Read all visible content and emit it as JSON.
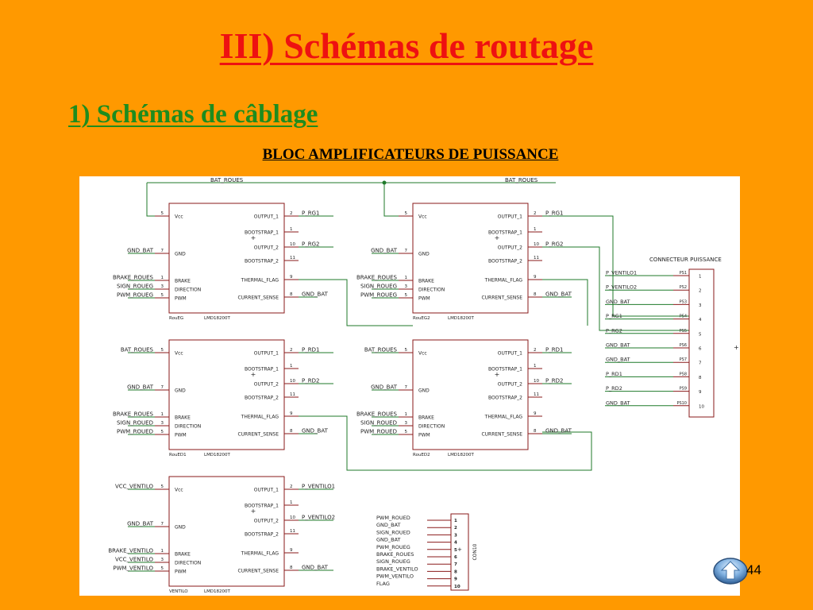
{
  "slide": {
    "title": "III) Schémas de routage",
    "subtitle": "1) Schémas de câblage",
    "diagram_heading": "BLOC AMPLIFICATEURS DE PUISSANCE",
    "page_number": "44"
  },
  "schematic": {
    "top_net_left": "BAT_ROUES",
    "top_net_right": "BAT_ROUES",
    "pins_left": [
      {
        "num": "5",
        "name": "Vcc"
      },
      {
        "num": "7",
        "name": "GND"
      },
      {
        "num": "1",
        "name": "BRAKE"
      },
      {
        "num": "3",
        "name": "DIRECTION"
      },
      {
        "num": "5",
        "name": "PWM"
      }
    ],
    "pins_right": [
      {
        "num": "2",
        "name": "OUTPUT_1"
      },
      {
        "num": "1",
        "name": "BOOTSTRAP_1"
      },
      {
        "num": "10",
        "name": "OUTPUT_2"
      },
      {
        "num": "11",
        "name": "BOOTSTRAP_2"
      },
      {
        "num": "9",
        "name": "THERMAL_FLAG"
      },
      {
        "num": "8",
        "name": "CURRENT_SENSE"
      }
    ],
    "plus_sign": "+",
    "blocks": [
      {
        "ref": "RouEG",
        "part": "LMD18200T",
        "in_nets": [
          "",
          "GND_BAT",
          "BRAKE_ROUES",
          "SIGN_ROUEG",
          "PWM_ROUEG"
        ],
        "out_nets": [
          "P_RG1",
          "",
          "P_RG2",
          "",
          "",
          "GND_BAT"
        ]
      },
      {
        "ref": "RouEG2",
        "part": "LMD18200T",
        "in_nets": [
          "",
          "GND_BAT",
          "BRAKE_ROUES",
          "SIGN_ROUEG",
          "PWM_ROUEG"
        ],
        "out_nets": [
          "P_RG1",
          "",
          "P_RG2",
          "",
          "",
          "GND_BAT"
        ]
      },
      {
        "ref": "RouED1",
        "part": "LMD18200T",
        "in_nets": [
          "BAT_ROUES",
          "GND_BAT",
          "BRAKE_ROUES",
          "SIGN_ROUED",
          "PWM_ROUED"
        ],
        "out_nets": [
          "P_RD1",
          "",
          "P_RD2",
          "",
          "",
          "GND_BAT"
        ]
      },
      {
        "ref": "RouED2",
        "part": "LMD18200T",
        "in_nets": [
          "BAT_ROUES",
          "GND_BAT",
          "BRAKE_ROUES",
          "SIGN_ROUED",
          "PWM_ROUED"
        ],
        "out_nets": [
          "P_RD1",
          "",
          "P_RD2",
          "",
          "",
          "GND_BAT"
        ]
      },
      {
        "ref": "VENTILO",
        "part": "LMD18200T",
        "in_nets": [
          "VCC_VENTILO",
          "GND_BAT",
          "BRAKE_VENTILO",
          "VCC_VENTILO",
          "PWM_VENTILO"
        ],
        "out_nets": [
          "P_VENTILO1",
          "",
          "P_VENTILO2",
          "",
          "",
          "GND_BAT"
        ]
      }
    ],
    "power_connector": {
      "title": "CONNECTEUR PUISSANCE",
      "plus_sign": "+",
      "pins": [
        {
          "net": "P_VENTILO1",
          "pad": "PS1",
          "num": "1"
        },
        {
          "net": "P_VENTILO2",
          "pad": "PS2",
          "num": "2"
        },
        {
          "net": "GND_BAT",
          "pad": "PS3",
          "num": "3"
        },
        {
          "net": "P_RG1",
          "pad": "PS4",
          "num": "4"
        },
        {
          "net": "P_RG2",
          "pad": "PS5",
          "num": "5"
        },
        {
          "net": "GND_BAT",
          "pad": "PS6",
          "num": "6"
        },
        {
          "net": "GND_BAT",
          "pad": "PS7",
          "num": "7"
        },
        {
          "net": "P_RD1",
          "pad": "PS8",
          "num": "8"
        },
        {
          "net": "P_RD2",
          "pad": "PS9",
          "num": "9"
        },
        {
          "net": "GND_BAT",
          "pad": "PS10",
          "num": "10"
        }
      ]
    },
    "signal_connector": {
      "ref": "CON10",
      "plus_sign": "+",
      "pins": [
        {
          "net": "PWM_ROUED",
          "num": "1"
        },
        {
          "net": "GND_BAT",
          "num": "2"
        },
        {
          "net": "SIGN_ROUED",
          "num": "3"
        },
        {
          "net": "GND_BAT",
          "num": "4"
        },
        {
          "net": "PWM_ROUEG",
          "num": "5"
        },
        {
          "net": "BRAKE_ROUES",
          "num": "6"
        },
        {
          "net": "SIGN_ROUEG",
          "num": "7"
        },
        {
          "net": "BRAKE_VENTILO",
          "num": "8"
        },
        {
          "net": "PWM_VENTILO",
          "num": "9"
        },
        {
          "net": "FLAG",
          "num": "10"
        }
      ]
    }
  }
}
